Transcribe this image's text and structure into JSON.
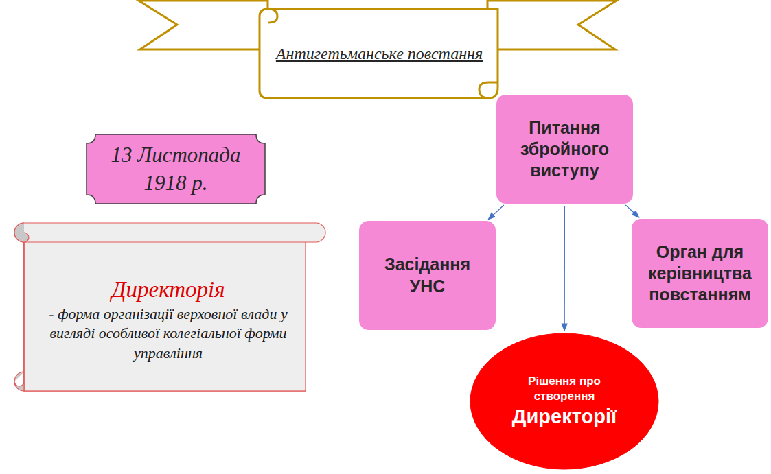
{
  "diagram": {
    "nodes": [
      {
        "text": [
          "Антигетьманське повстання"
        ]
      },
      {
        "text": [
          "13 Листопада 1918 р."
        ]
      },
      {
        "text": [
          "Директорія",
          "- форма організації верховної влади у вигляді особливої колегіальної форми управління"
        ]
      },
      {
        "text": [
          "Питання збройного виступу"
        ]
      },
      {
        "text": [
          "Засідання УНС"
        ]
      },
      {
        "text": [
          "Орган для керівництва повстанням"
        ]
      },
      {
        "text": [
          "Рішення про створення",
          "Директорії"
        ]
      }
    ],
    "edges": [
      {
        "from": 3,
        "to": 4,
        "arrow": "to"
      },
      {
        "from": 3,
        "to": 6,
        "arrow": "to"
      },
      {
        "from": 3,
        "to": 5,
        "arrow": "to"
      }
    ]
  }
}
